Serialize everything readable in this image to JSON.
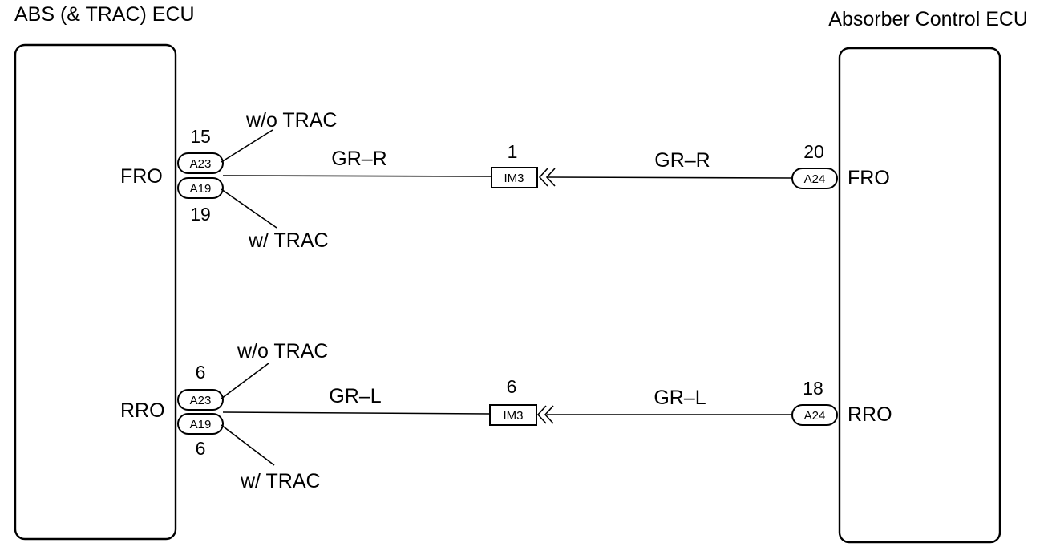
{
  "left_ecu": {
    "title": "ABS (& TRAC) ECU"
  },
  "right_ecu": {
    "title": "Absorber Control ECU"
  },
  "circuits": [
    {
      "left_signal": "FRO",
      "right_signal": "FRO",
      "left_conn_top": {
        "id": "A23",
        "pin": "15",
        "note": "w/o TRAC"
      },
      "left_conn_bottom": {
        "id": "A19",
        "pin": "19",
        "note": "w/ TRAC"
      },
      "wire_left": "GR–R",
      "wire_right": "GR–R",
      "junction": {
        "id": "IM3",
        "pin": "1"
      },
      "right_conn": {
        "id": "A24",
        "pin": "20"
      }
    },
    {
      "left_signal": "RRO",
      "right_signal": "RRO",
      "left_conn_top": {
        "id": "A23",
        "pin": "6",
        "note": "w/o TRAC"
      },
      "left_conn_bottom": {
        "id": "A19",
        "pin": "6",
        "note": "w/ TRAC"
      },
      "wire_left": "GR–L",
      "wire_right": "GR–L",
      "junction": {
        "id": "IM3",
        "pin": "6"
      },
      "right_conn": {
        "id": "A24",
        "pin": "18"
      }
    }
  ]
}
